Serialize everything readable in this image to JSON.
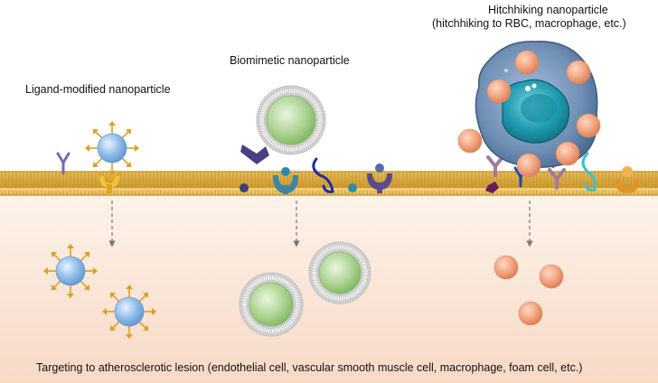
{
  "labels": {
    "ligand": "Ligand-modified nanoparticle",
    "biomimetic": "Biomimetic nanoparticle",
    "hitchhiking_title": "Hitchhiking nanoparticle",
    "hitchhiking_sub": "(hitchhiking to RBC, macrophage, etc.)",
    "bottom": "Targeting to atherosclerotic lesion (endothelial cell, vascular smooth muscle cell, macrophage, foam cell, etc.)"
  },
  "colors": {
    "membrane": "#e0b24a",
    "tissue": "#f7d9c6",
    "ligand_np": "#8fbde8",
    "ligand_arrow": "#d9a020",
    "coated_core": "#a9d18e",
    "hitchhiker": "#f0a07a",
    "cell_body": "#6f8fb5",
    "nucleus": "#1f9bb0"
  },
  "icons": [
    "y-receptor-icon",
    "cup-receptor-icon",
    "cuff-receptor-icon",
    "hook-receptor-icon",
    "small-ligand-icon",
    "dashed-arrow-icon"
  ]
}
